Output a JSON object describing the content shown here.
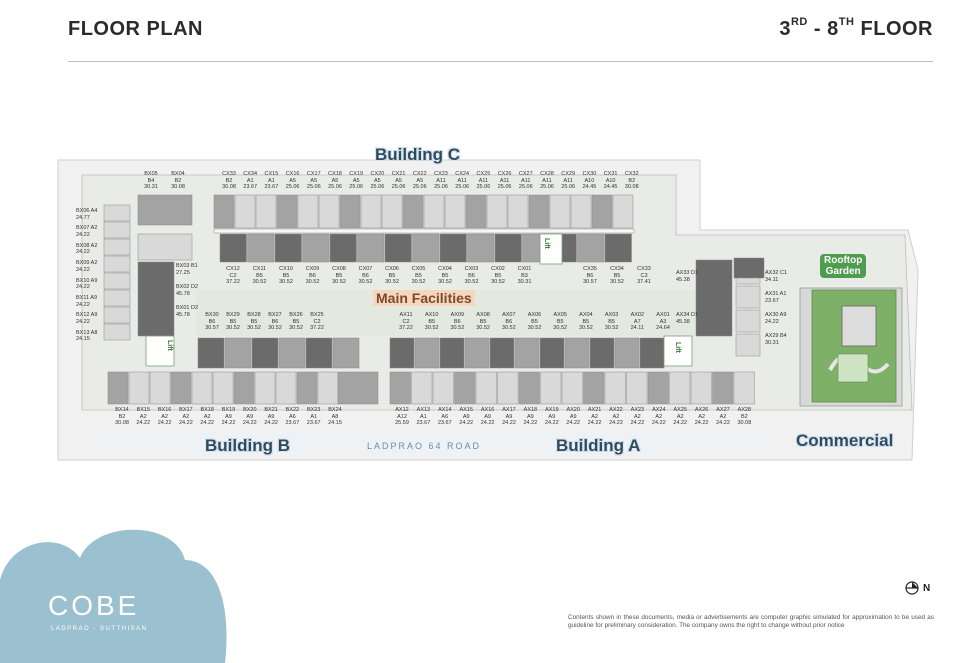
{
  "header": {
    "title": "FLOOR PLAN",
    "floor_prefix": "3",
    "floor_sup1": "RD",
    "floor_mid": " - 8",
    "floor_sup2": "TH",
    "floor_suffix": " FLOOR"
  },
  "labels": {
    "building_a": "Building A",
    "building_b": "Building B",
    "building_c": "Building C",
    "main_facilities": "Main Facilities",
    "commercial": "Commercial",
    "rooftop_garden_1": "Rooftop",
    "rooftop_garden_2": "Garden",
    "road": "LADPRAO 64 ROAD",
    "lift": "Lift"
  },
  "brand": {
    "logo": "COBE",
    "sub": "LADPRAO - SUTTHISAN"
  },
  "compass": {
    "north_label": "N"
  },
  "disclaimer": "Contents shown in these documents, media or advertisements are computer graphic simulated for approximation to be used as guideline for preliminary consideration. The company owns the right to change without prior notice",
  "colors": {
    "accent_cloud": "#9bc0cf",
    "building_label": "#2f4a5f",
    "facility_bg": "#f6d6bd",
    "garden_green": "#7fb068",
    "unit_dark": "#6b6b6b",
    "unit_mid": "#a3a3a3",
    "unit_light": "#d9d9d9"
  },
  "units": {
    "c_top": [
      [
        "BX05",
        "B4",
        "30.31"
      ],
      [
        "BX04",
        "B2",
        "30.08"
      ],
      [
        "CX33",
        "B2",
        "30.08"
      ],
      [
        "CX34",
        "A1",
        "23.67"
      ],
      [
        "CX15",
        "A1",
        "23.67"
      ],
      [
        "CX16",
        "A5",
        "25.06"
      ],
      [
        "CX17",
        "A5",
        "25.06"
      ],
      [
        "CX18",
        "A5",
        "25.06"
      ],
      [
        "CX19",
        "A5",
        "25.06"
      ],
      [
        "CX20",
        "A5",
        "25.06"
      ],
      [
        "CX21",
        "A5",
        "25.06"
      ],
      [
        "CX22",
        "A5",
        "25.06"
      ],
      [
        "CX23",
        "A11",
        "25.06"
      ],
      [
        "CX24",
        "A11",
        "25.06"
      ],
      [
        "CX25",
        "A11",
        "25.06"
      ],
      [
        "CX26",
        "A11",
        "25.06"
      ],
      [
        "CX27",
        "A11",
        "25.06"
      ],
      [
        "CX28",
        "A11",
        "25.06"
      ],
      [
        "CX29",
        "A11",
        "25.06"
      ],
      [
        "CX30",
        "A10",
        "24.45"
      ],
      [
        "CX31",
        "A10",
        "24.45"
      ],
      [
        "CX32",
        "B2",
        "30.08"
      ]
    ],
    "c_bottom": [
      [
        "CX12",
        "C2",
        "37.22"
      ],
      [
        "CX11",
        "B5",
        "30.52"
      ],
      [
        "CX10",
        "B5",
        "30.52"
      ],
      [
        "CX09",
        "B6",
        "30.52"
      ],
      [
        "CX08",
        "B5",
        "30.52"
      ],
      [
        "CX07",
        "B6",
        "30.52"
      ],
      [
        "CX06",
        "B5",
        "30.52"
      ],
      [
        "CX05",
        "B5",
        "30.52"
      ],
      [
        "CX04",
        "B5",
        "30.52"
      ],
      [
        "CX03",
        "B6",
        "30.52"
      ],
      [
        "CX02",
        "B5",
        "30.52"
      ],
      [
        "CX01",
        "B3",
        "30.31"
      ],
      [
        "CX35",
        "B6",
        "30.57"
      ],
      [
        "CX34",
        "B5",
        "30.52"
      ],
      [
        "CX33",
        "C3",
        "37.41"
      ]
    ],
    "b_left": [
      [
        "BX06",
        "A4",
        "24.77"
      ],
      [
        "BX07",
        "A2",
        "24.22"
      ],
      [
        "BX08",
        "A2",
        "24.22"
      ],
      [
        "BX09",
        "A2",
        "24.22"
      ],
      [
        "BX10",
        "A9",
        "24.22"
      ],
      [
        "BX11",
        "A9",
        "24.22"
      ],
      [
        "BX12",
        "A9",
        "24.22"
      ],
      [
        "BX13",
        "A8",
        "24.15"
      ]
    ],
    "b_inner": [
      [
        "BX03",
        "B1",
        "27.25"
      ],
      [
        "BX02",
        "D2",
        "45.78"
      ],
      [
        "BX01",
        "D2",
        "45.78"
      ]
    ],
    "b_top": [
      [
        "BX30",
        "B6",
        "30.57"
      ],
      [
        "BX29",
        "B5",
        "30.52"
      ],
      [
        "BX28",
        "B5",
        "30.52"
      ],
      [
        "BX27",
        "B6",
        "30.52"
      ],
      [
        "BX26",
        "B5",
        "30.52"
      ],
      [
        "BX25",
        "C2",
        "37.22"
      ]
    ],
    "b_bottom": [
      [
        "BX14",
        "B2",
        "30.08"
      ],
      [
        "BX15",
        "A2",
        "24.22"
      ],
      [
        "BX16",
        "A2",
        "24.22"
      ],
      [
        "BX17",
        "A2",
        "24.22"
      ],
      [
        "BX18",
        "A2",
        "24.22"
      ],
      [
        "BX19",
        "A9",
        "24.22"
      ],
      [
        "BX20",
        "A9",
        "24.22"
      ],
      [
        "BX21",
        "A9",
        "24.22"
      ],
      [
        "BX22",
        "A6",
        "23.67"
      ],
      [
        "BX23",
        "A1",
        "23.67"
      ],
      [
        "BX24",
        "A8",
        "24.15"
      ]
    ],
    "a_top": [
      [
        "AX11",
        "C2",
        "37.22"
      ],
      [
        "AX10",
        "B5",
        "30.52"
      ],
      [
        "AX09",
        "B6",
        "30.52"
      ],
      [
        "AX08",
        "B5",
        "30.52"
      ],
      [
        "AX07",
        "B6",
        "30.52"
      ],
      [
        "AX06",
        "B5",
        "30.52"
      ],
      [
        "AX05",
        "B5",
        "30.52"
      ],
      [
        "AX04",
        "B5",
        "30.52"
      ],
      [
        "AX03",
        "B5",
        "30.52"
      ],
      [
        "AX02",
        "A7",
        "24.11"
      ],
      [
        "AX01",
        "A3",
        "24.64"
      ]
    ],
    "a_bottom": [
      [
        "AX12",
        "A12",
        "25.59"
      ],
      [
        "AX13",
        "A1",
        "23.67"
      ],
      [
        "AX14",
        "A6",
        "23.67"
      ],
      [
        "AX15",
        "A9",
        "24.22"
      ],
      [
        "AX16",
        "A9",
        "24.22"
      ],
      [
        "AX17",
        "A9",
        "24.22"
      ],
      [
        "AX18",
        "A9",
        "24.22"
      ],
      [
        "AX19",
        "A9",
        "24.22"
      ],
      [
        "AX20",
        "A9",
        "24.22"
      ],
      [
        "AX21",
        "A2",
        "24.22"
      ],
      [
        "AX22",
        "A2",
        "24.22"
      ],
      [
        "AX23",
        "A2",
        "24.22"
      ],
      [
        "AX24",
        "A2",
        "24.22"
      ],
      [
        "AX25",
        "A2",
        "24.22"
      ],
      [
        "AX26",
        "A2",
        "24.22"
      ],
      [
        "AX27",
        "A2",
        "24.22"
      ],
      [
        "AX28",
        "B2",
        "30.08"
      ]
    ],
    "a_right": [
      [
        "AX33",
        "D1",
        "45.38"
      ],
      [
        "AX34",
        "D1",
        "45.38"
      ]
    ],
    "a_far_right": [
      [
        "AX32",
        "C1",
        "34.11"
      ],
      [
        "AX31",
        "A1",
        "23.67"
      ],
      [
        "AX30",
        "A9",
        "24.22"
      ],
      [
        "AX29",
        "B4",
        "30.31"
      ]
    ]
  }
}
